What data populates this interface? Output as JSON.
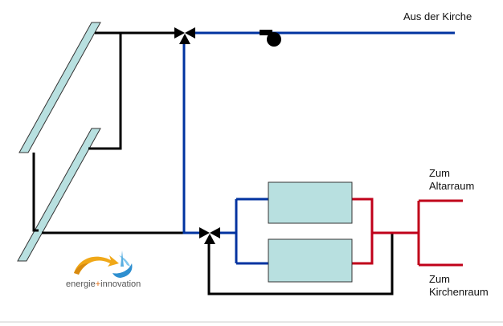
{
  "labels": {
    "aus_der_kirche": "Aus der Kirche",
    "zum_altarraum": [
      "Zum",
      "Altarraum"
    ],
    "zum_kirchenraum": [
      "Zum",
      "Kirchenraum"
    ]
  },
  "logo": {
    "text_left": "energie",
    "text_plus": "+",
    "text_right": "innovation"
  },
  "colors": {
    "supply_blue": "#0033a0",
    "return_red": "#c0001a",
    "line_black": "#000000",
    "unit_fill": "#b8e0e0"
  }
}
